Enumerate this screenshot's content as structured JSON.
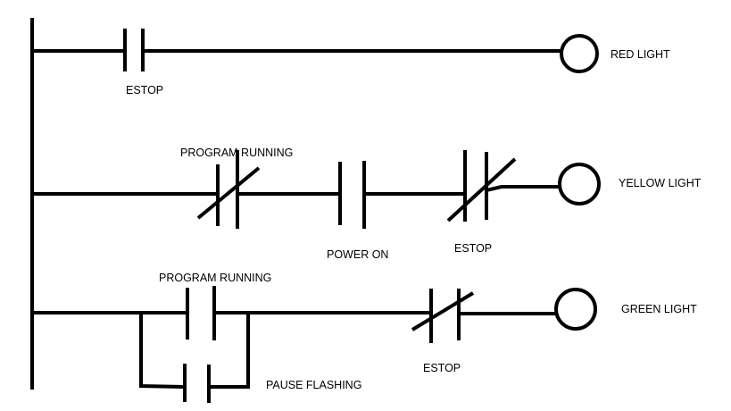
{
  "rungs": [
    {
      "contacts": [
        {
          "label": "ESTOP",
          "type": "normally-open"
        }
      ],
      "output": {
        "label": "RED LIGHT",
        "type": "coil"
      }
    },
    {
      "contacts": [
        {
          "label": "PROGRAM RUNNING",
          "type": "normally-closed"
        },
        {
          "label": "POWER ON",
          "type": "normally-open"
        },
        {
          "label": "ESTOP",
          "type": "normally-closed"
        }
      ],
      "output": {
        "label": "YELLOW LIGHT",
        "type": "coil"
      }
    },
    {
      "contacts": [
        {
          "label": "PROGRAM RUNNING",
          "type": "normally-open"
        },
        {
          "label": "PAUSE FLASHING",
          "type": "normally-open",
          "parallel_branch": true
        },
        {
          "label": "ESTOP",
          "type": "normally-closed"
        }
      ],
      "output": {
        "label": "GREEN LIGHT",
        "type": "coil"
      }
    }
  ]
}
